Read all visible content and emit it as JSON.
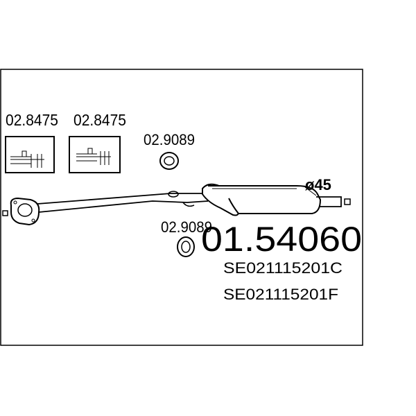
{
  "parts": {
    "clamp_a": "02.8475",
    "clamp_b": "02.8475",
    "gasket_top": "02.9089",
    "gasket_bottom": "02.9089",
    "main_part_number": "01.54060",
    "pipe_diameter": "ø45",
    "oem_references": [
      "SE021115201C",
      "SE021115201F"
    ]
  },
  "colors": {
    "line": "#000000",
    "background": "#ffffff"
  },
  "icons": [
    "clamp-icon",
    "gasket-ring-icon",
    "flange-icon",
    "pipe-end-marker-icon"
  ]
}
